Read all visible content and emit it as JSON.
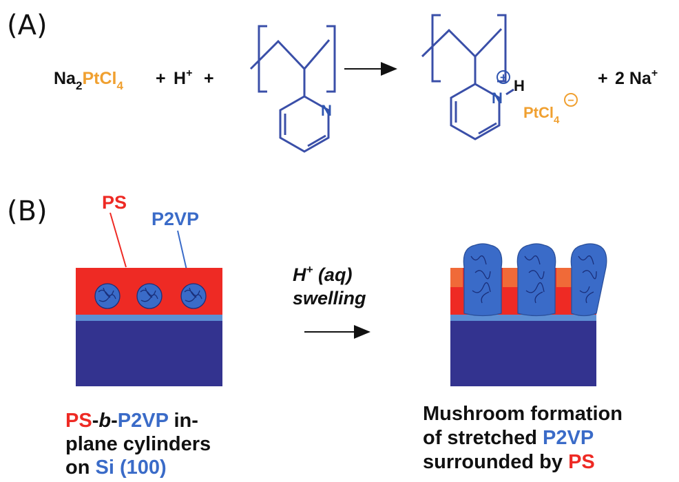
{
  "panel_a": {
    "label": "(A)",
    "reagent": {
      "na": "Na",
      "na_sub": "2",
      "pt": "PtCl",
      "pt_sub": "4"
    },
    "plus1": "+",
    "hplus": "H",
    "hplus_sup": "+",
    "plus2": "+",
    "reactant_atom": "N",
    "product_atom": "N",
    "product_h": "H",
    "charge_pos": "+",
    "counter": {
      "pt": "PtCl",
      "pt_sub": "4",
      "charge": "−"
    },
    "plus3": "+",
    "byproduct": "2 Na",
    "byproduct_sup": "+"
  },
  "panel_b": {
    "label": "(B)",
    "ps_label": "PS",
    "p2vp_label": "P2VP",
    "arrow_line1": "H",
    "arrow_line1_sup": "+",
    "arrow_line1_rest": " (aq)",
    "arrow_line2": "swelling",
    "caption_left": {
      "l1_a": "PS",
      "l1_b": "-",
      "l1_c": "b",
      "l1_d": "-",
      "l1_e": "P2VP",
      "l1_f": " in-",
      "l2": "plane cylinders",
      "l3_a": "on ",
      "l3_b": "Si (100)"
    },
    "caption_right": {
      "l1": "Mushroom formation",
      "l2_a": "of stretched ",
      "l2_b": "P2VP",
      "l3_a": "surrounded by ",
      "l3_b": "PS"
    }
  },
  "colors": {
    "ps_red": "#ee2a24",
    "p2vp_blue": "#3a6bc8",
    "substrate": "#33338f",
    "oxide": "#5d8fd4",
    "orange": "#f0a030",
    "ps_orange": "#f06a38"
  }
}
